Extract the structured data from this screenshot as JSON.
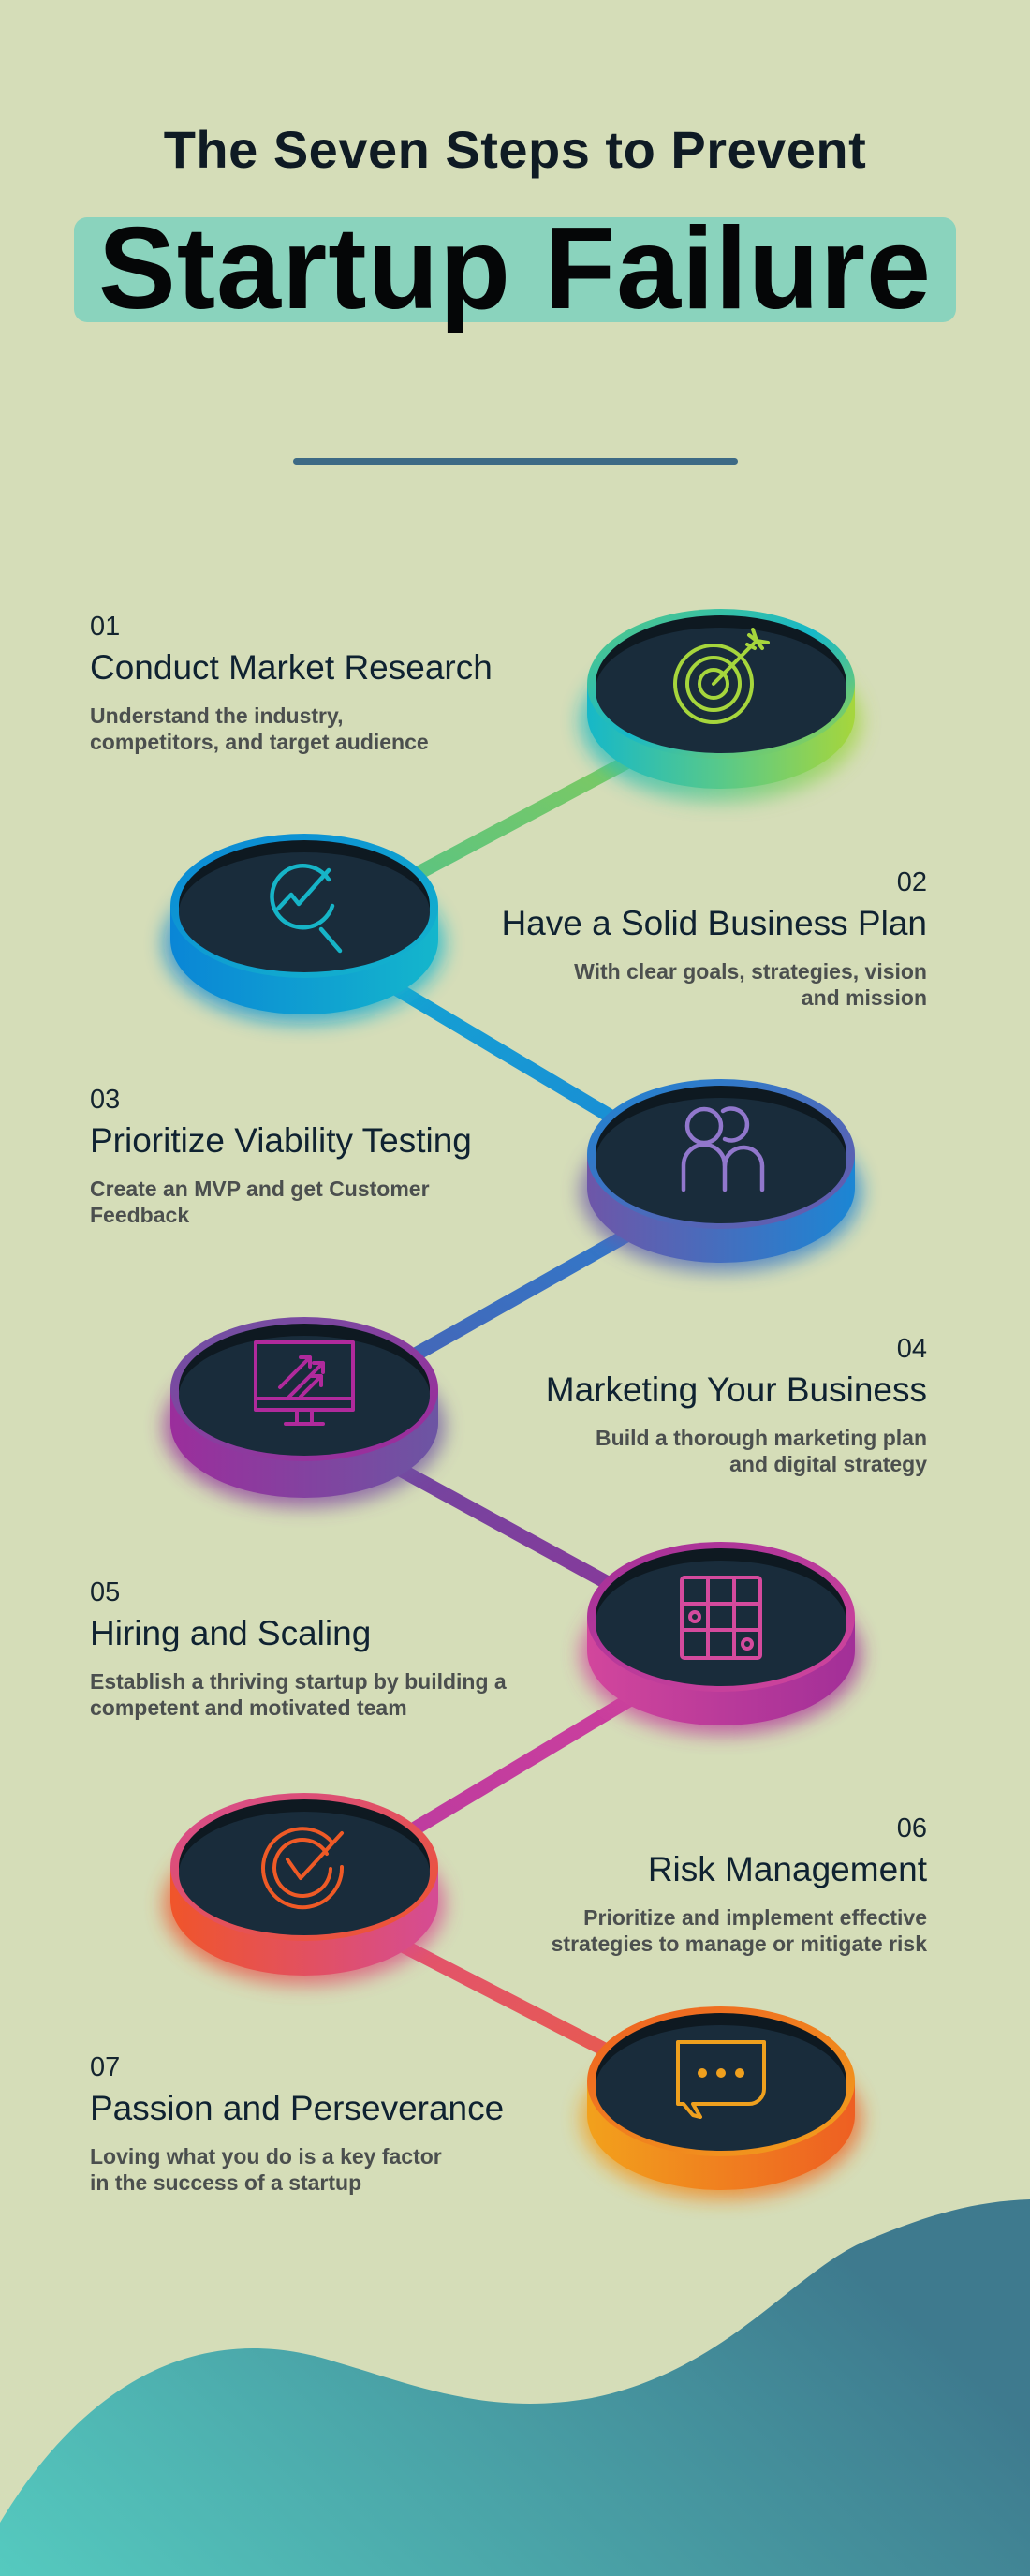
{
  "header": {
    "subtitle": "The Seven Steps to Prevent",
    "title": "Startup Failure",
    "highlight_color": "#8ad3bd",
    "separator_color": "#3d6a85"
  },
  "background": {
    "color": "#d5ddb8",
    "wave_gradient": [
      "#55cabf",
      "#3e7a8e"
    ]
  },
  "steps": [
    {
      "number": "01",
      "title": "Conduct Market Research",
      "description": "Understand the industry,\ncompetitors, and target audience",
      "icon": "target-arrow-icon",
      "colors": [
        "#a6d63c",
        "#16b8c8"
      ]
    },
    {
      "number": "02",
      "title": "Have a Solid Business Plan",
      "description": "With clear goals, strategies, vision\nand mission",
      "icon": "magnifier-chart-icon",
      "colors": [
        "#0a86d6",
        "#14b6cc"
      ]
    },
    {
      "number": "03",
      "title": "Prioritize Viability Testing",
      "description": "Create an MVP and get Customer\nFeedback",
      "icon": "users-icon",
      "colors": [
        "#1b86d4",
        "#6e56a8"
      ]
    },
    {
      "number": "04",
      "title": "Marketing Your Business",
      "description": "Build a thorough marketing plan\nand digital strategy",
      "icon": "monitor-growth-icon",
      "colors": [
        "#9b2e9c",
        "#6c55a3"
      ]
    },
    {
      "number": "05",
      "title": "Hiring and Scaling",
      "description": "Establish a thriving startup by building a\ncompetent and motivated team",
      "icon": "grid-board-icon",
      "colors": [
        "#d2469c",
        "#a22f98"
      ]
    },
    {
      "number": "06",
      "title": "Risk Management",
      "description": "Prioritize and implement effective\nstrategies to manage or mitigate risk",
      "icon": "check-circle-icon",
      "colors": [
        "#f0552a",
        "#d54c94"
      ]
    },
    {
      "number": "07",
      "title": "Passion and Perseverance",
      "description": " Loving what you do is a key factor\nin the success of a startup",
      "icon": "chat-bubble-icon",
      "colors": [
        "#f2a11c",
        "#ee5f22"
      ]
    }
  ],
  "connectors": [
    {
      "from": "01",
      "to": "02",
      "colors": [
        "#8ccc54",
        "#4cc18f"
      ]
    },
    {
      "from": "02",
      "to": "03",
      "colors": [
        "#14a9d3",
        "#1b86d4"
      ]
    },
    {
      "from": "03",
      "to": "04",
      "colors": [
        "#2a7fd0",
        "#4d5fb0"
      ]
    },
    {
      "from": "04",
      "to": "05",
      "colors": [
        "#6c4aa2",
        "#8e3598"
      ]
    },
    {
      "from": "05",
      "to": "06",
      "colors": [
        "#d0409c",
        "#b83aa0"
      ]
    },
    {
      "from": "06",
      "to": "07",
      "colors": [
        "#e0507a",
        "#e95d44"
      ]
    }
  ]
}
